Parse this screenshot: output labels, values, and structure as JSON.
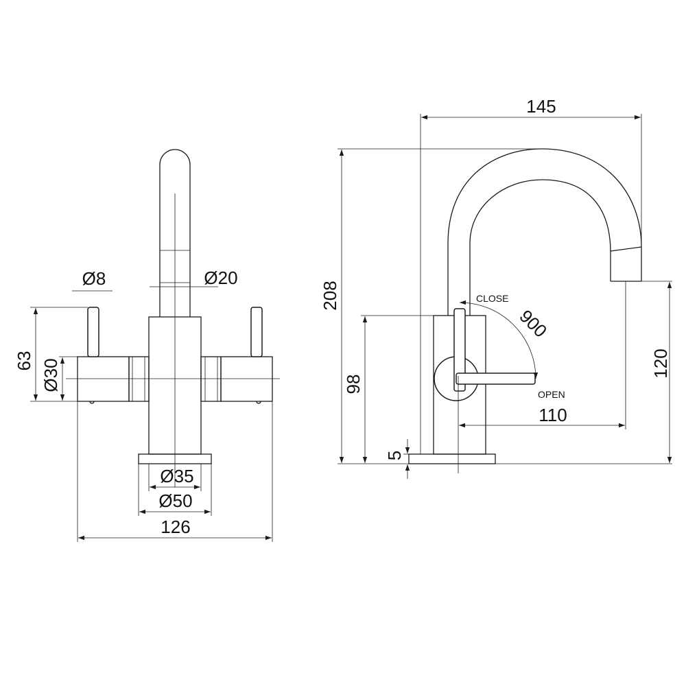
{
  "front_view": {
    "dim_lever_dia": "Ø8",
    "dim_spout_dia": "Ø20",
    "dim_height_63": "63",
    "dim_body_dia": "Ø30",
    "dim_base_inner": "Ø35",
    "dim_base_outer": "Ø50",
    "dim_width": "126"
  },
  "side_view": {
    "dim_reach_145": "145",
    "dim_height_208": "208",
    "dim_angle": "900",
    "label_close": "CLOSE",
    "label_open": "OPEN",
    "dim_height_98": "98",
    "dim_reach_110": "110",
    "dim_spout_120": "120",
    "dim_base_5": "5"
  }
}
